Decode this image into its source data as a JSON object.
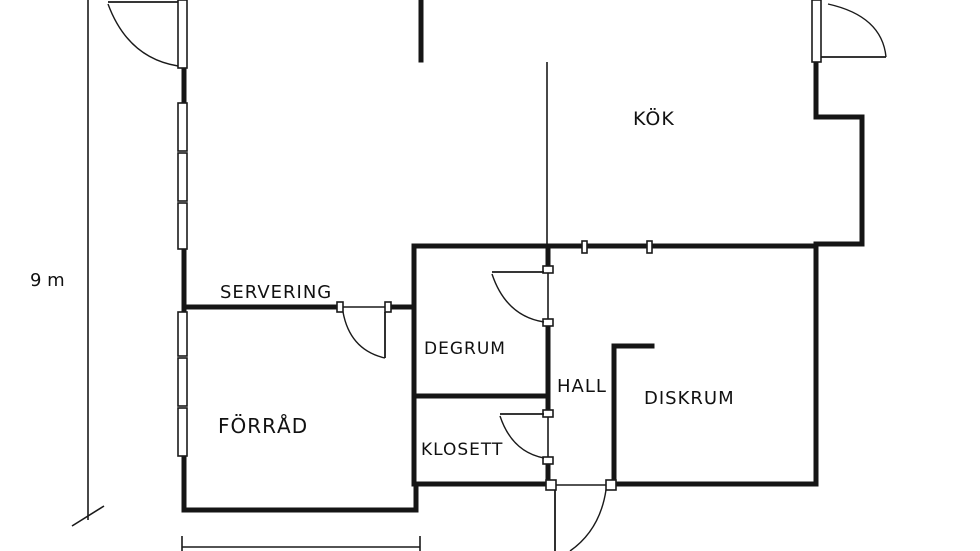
{
  "rooms": {
    "kok": "KÖK",
    "servering": "SERVERING",
    "degrum": "DEGRUM",
    "hall": "HALL",
    "diskrum": "DISKRUM",
    "forrad": "FÖRRÅD",
    "klosett": "KLOSETT"
  },
  "dimensions": {
    "height_label": "9 m"
  },
  "colors": {
    "ink": "#151515",
    "paper": "#ffffff"
  }
}
